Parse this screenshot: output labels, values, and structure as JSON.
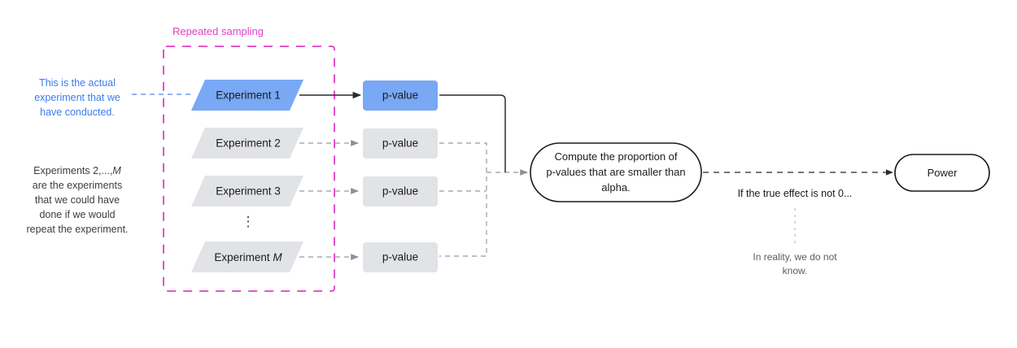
{
  "diagram": {
    "title_group": "Repeated sampling",
    "colors": {
      "highlight_blue": "#79a8f5",
      "node_gray": "#e2e3e7",
      "group_magenta": "#e03fc4",
      "annotation_blue": "#3a7bf0",
      "line_solid": "#2b2b2e",
      "line_dashed": "#a9abb2"
    },
    "experiments": [
      {
        "label": "Experiment 1",
        "highlight": true
      },
      {
        "label": "Experiment 2",
        "highlight": false
      },
      {
        "label": "Experiment 3",
        "highlight": false
      },
      {
        "label": "Experiment M",
        "highlight": false,
        "italic_tail": "M",
        "prefix": "Experiment "
      }
    ],
    "ellipsis": "⋮",
    "pvalues": [
      {
        "label": "p-value",
        "highlight": true
      },
      {
        "label": "p-value",
        "highlight": false
      },
      {
        "label": "p-value",
        "highlight": false
      },
      {
        "label": "p-value",
        "highlight": false
      }
    ],
    "compute_node": {
      "lines": [
        "Compute the proportion of",
        "p-values that are smaller than",
        "alpha."
      ]
    },
    "power_node": {
      "label": "Power"
    },
    "annotations": {
      "actual_experiment": [
        "This is the actual",
        "experiment that we",
        "have conducted."
      ],
      "other_experiments": [
        "Experiments 2,...,M",
        "are the experiments",
        "that we could have",
        "done if we would",
        "repeat the experiment."
      ],
      "other_experiments_line1_prefix": "Experiments 2,...,",
      "other_experiments_line1_italic": "M",
      "true_effect": "If the true effect is not 0...",
      "reality": [
        "In reality, we do not",
        "know."
      ]
    }
  }
}
